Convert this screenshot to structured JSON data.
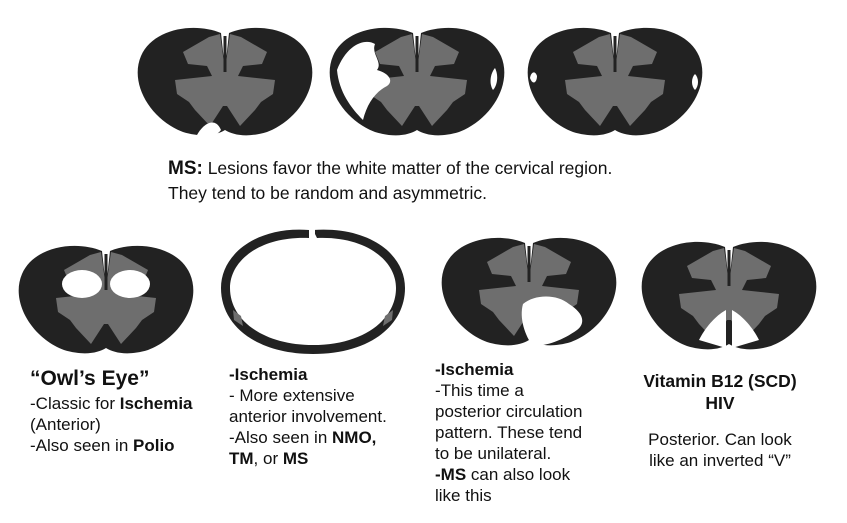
{
  "colors": {
    "white_matter": "#222222",
    "gray_matter": "#6e6e6e",
    "lesion": "#ffffff",
    "background": "#ffffff"
  },
  "ms_caption": {
    "lead": "MS:",
    "line1": "Lesions favor the white matter of the cervical region.",
    "line2": "They tend to be random and asymmetric."
  },
  "captions": [
    {
      "title": "“Owl’s Eye”",
      "l1_pre": "-Classic for ",
      "l1_bold": "Ischemia",
      "l2": "(Anterior)",
      "l3_pre": "-Also seen in ",
      "l3_bold": "Polio"
    },
    {
      "title": "-Ischemia",
      "l1": "- More extensive",
      "l2": "anterior involvement.",
      "l3_pre": "-Also seen in ",
      "l3_bold": "NMO,",
      "l4_bold1": "TM",
      "l4_mid": ", or ",
      "l4_bold2": "MS"
    },
    {
      "title": "-Ischemia",
      "l1": "-This time a",
      "l2": "posterior circulation",
      "l3": "pattern.  These tend",
      "l4": "to be unilateral.",
      "l5_bold": "-MS",
      "l5_rest": " can also look",
      "l6": "like this"
    },
    {
      "title1": "Vitamin B12 (SCD)",
      "title2": "HIV",
      "l1": "Posterior. Can look",
      "l2": "like an inverted “V”"
    }
  ]
}
